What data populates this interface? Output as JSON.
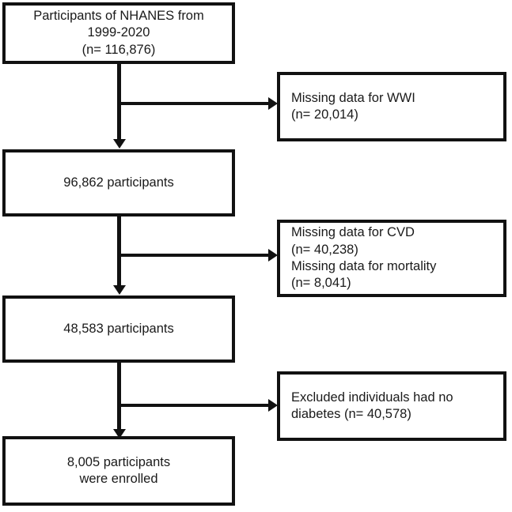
{
  "figure": {
    "type": "flowchart",
    "title": "NHANES participant selection flow diagram",
    "colors": {
      "stroke": "#111111",
      "text": "#1a1a1a",
      "background": "#ffffff"
    }
  },
  "nodes": {
    "source": {
      "text": "Participants of NHANES from\n1999-2020\n(n= 116,876)",
      "count": 116876,
      "label": "Participants of NHANES from 1999-2020"
    },
    "after_wwi": {
      "text": "96,862 participants",
      "count": 96862
    },
    "after_cvd_mortality": {
      "text": "48,583 participants",
      "count": 48583
    },
    "enrolled": {
      "text": "8,005 participants\nwere enrolled",
      "count": 8005
    }
  },
  "exclusions": {
    "missing_wwi": {
      "text": "Missing data for WWI\n(n= 20,014)",
      "count": 20014
    },
    "missing_cvd_mortality": {
      "text": "Missing data for CVD\n(n= 40,238)\nMissing data for mortality\n(n= 8,041)",
      "counts": [
        40238,
        8041
      ]
    },
    "no_diabetes": {
      "text": "Excluded individuals had no\ndiabetes  (n= 40,578)",
      "count": 40578
    }
  },
  "connectors": [
    {
      "name": "source-to-after-wwi",
      "kind": "vertical-arrow"
    },
    {
      "name": "source-to-missing-wwi",
      "kind": "horizontal-arrow"
    },
    {
      "name": "after-wwi-to-after-cvd",
      "kind": "vertical-arrow"
    },
    {
      "name": "after-wwi-to-missing-cvd",
      "kind": "horizontal-arrow"
    },
    {
      "name": "after-cvd-to-enrolled",
      "kind": "vertical-arrow"
    },
    {
      "name": "after-cvd-to-no-diabetes",
      "kind": "horizontal-arrow"
    }
  ]
}
